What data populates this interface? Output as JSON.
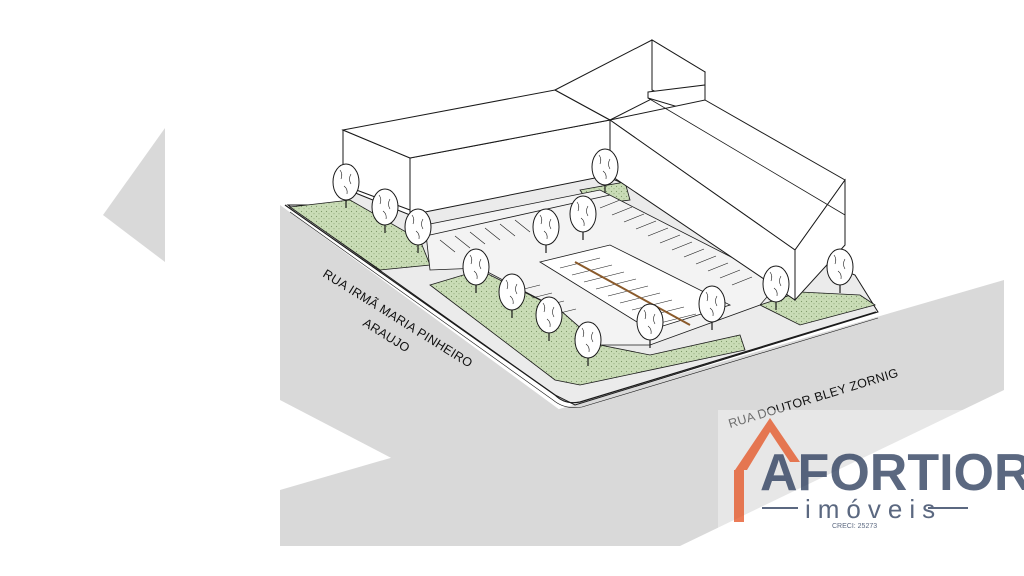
{
  "streets": {
    "left_street": "RUA IRMÃ MARIA PINHEIRO",
    "left_street_line2": "ARAUJO",
    "right_street": "RUA DOUTOR BLEY ZORNIG"
  },
  "logo": {
    "brand": "AFORTIORI",
    "subtitle": "imóveis",
    "creci": "CRECI: 25273"
  },
  "colors": {
    "road": "#d9d9d9",
    "grass": "#c9dcb6",
    "pavement": "#e6e6e6",
    "outline": "#1a1a1a",
    "logo_orange": "#e8653a",
    "logo_navy": "#3f4e6b"
  }
}
